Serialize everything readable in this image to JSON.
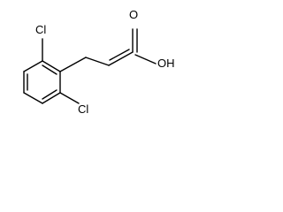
{
  "molecule": {
    "atoms": {
      "cl_top": "Cl",
      "cl_bottom": "Cl",
      "carbonyl_o": "O",
      "hydroxyl": "OH"
    }
  },
  "colors": {
    "bond": "#000000",
    "background": "#ffffff"
  }
}
